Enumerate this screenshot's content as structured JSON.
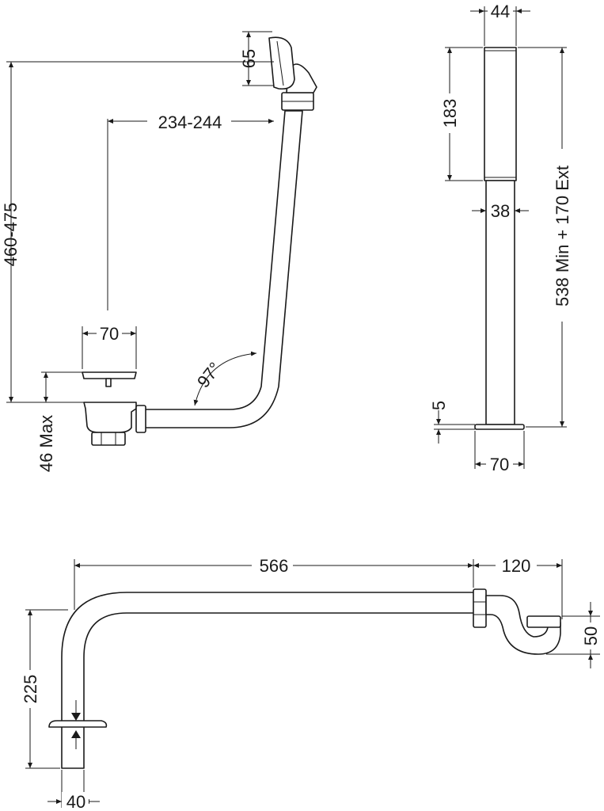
{
  "dimensions": {
    "handle_height": "65",
    "waste_to_overflow": "234-244",
    "overall_height": "460-475",
    "plug_diameter": "70",
    "angle": "97°",
    "waste_depth": "46 Max",
    "stand_top_width": "44",
    "stand_upper_length": "183",
    "stand_pipe_diameter": "38",
    "stand_total_length": "538 Min + 170 Ext",
    "stand_base_thickness": "5",
    "stand_base_width": "70",
    "pipe_length": "566",
    "trap_length": "120",
    "riser_height": "225",
    "trap_drop": "50",
    "riser_diameter": "40"
  }
}
